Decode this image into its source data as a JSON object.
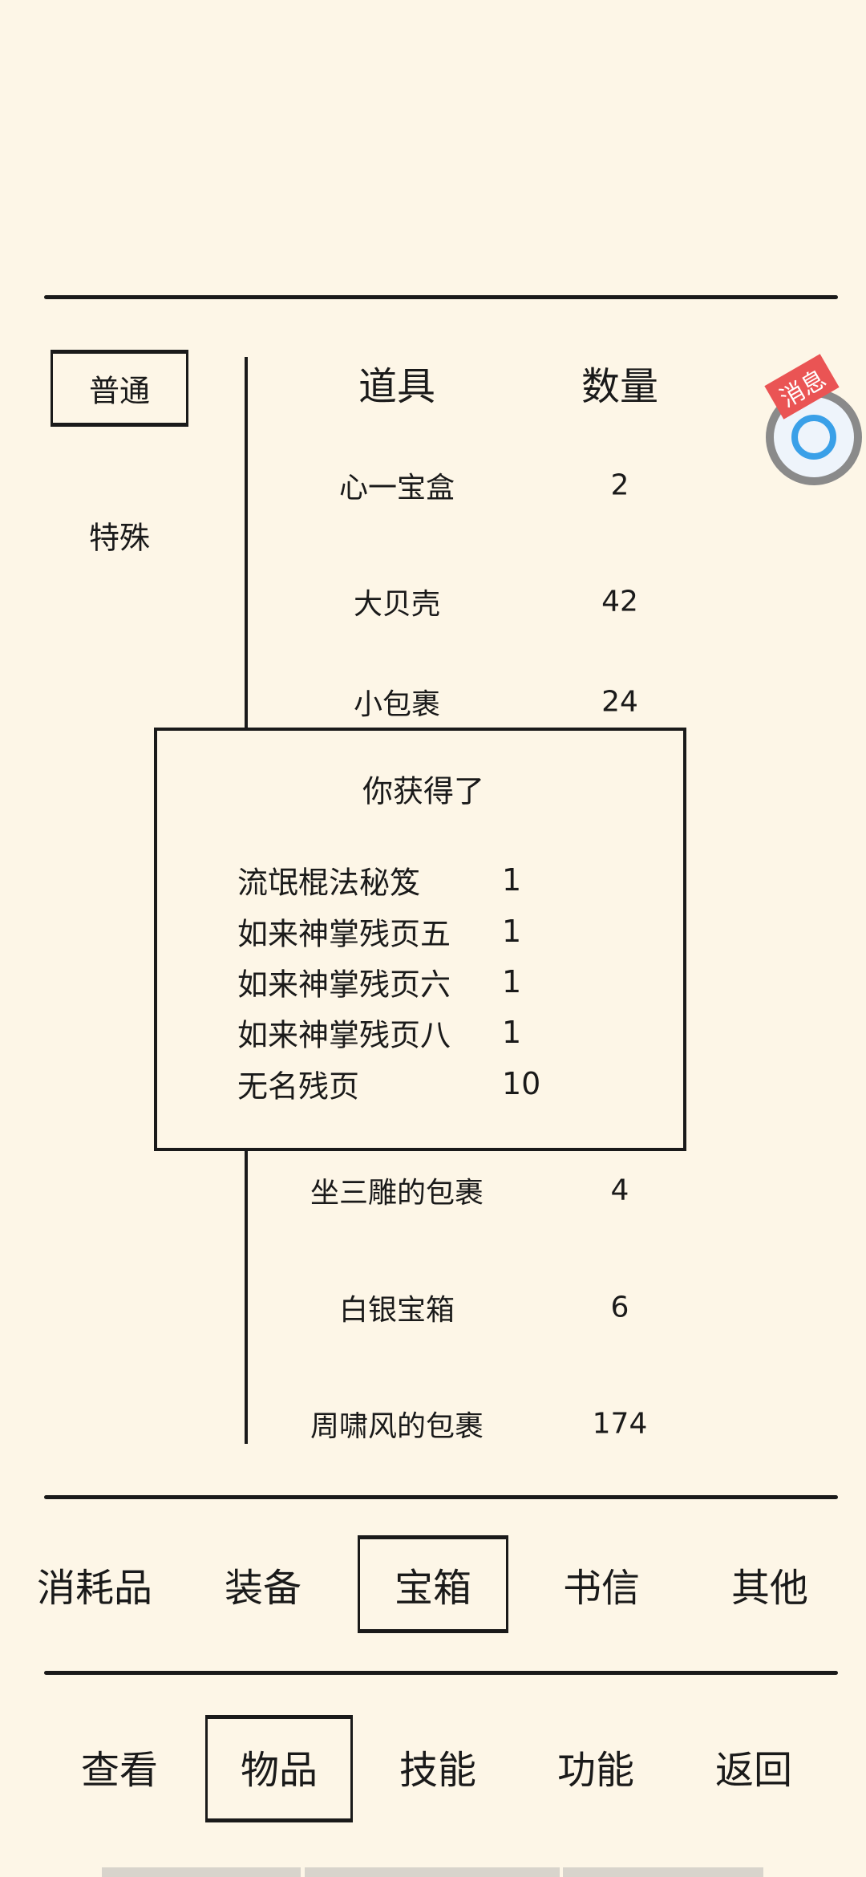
{
  "sub_tabs": [
    {
      "label": "普通",
      "selected": true
    },
    {
      "label": "特殊",
      "selected": false
    }
  ],
  "table": {
    "headers": [
      "道具",
      "数量"
    ],
    "rows": [
      {
        "name": "心一宝盒",
        "qty": "2"
      },
      {
        "name": "大贝壳",
        "qty": "42"
      },
      {
        "name": "小包裹",
        "qty": "24"
      },
      {
        "name": "坐三雕的包裹",
        "qty": "4"
      },
      {
        "name": "白银宝箱",
        "qty": "6"
      },
      {
        "name": "周啸风的包裹",
        "qty": "174"
      }
    ]
  },
  "popup": {
    "title": "你获得了",
    "items": [
      {
        "name": "流氓棍法秘笈",
        "qty": "1"
      },
      {
        "name": "如来神掌残页五",
        "qty": "1"
      },
      {
        "name": "如来神掌残页六",
        "qty": "1"
      },
      {
        "name": "如来神掌残页八",
        "qty": "1"
      },
      {
        "name": "无名残页",
        "qty": "10"
      }
    ]
  },
  "category_tabs": [
    "消耗品",
    "装备",
    "宝箱",
    "书信",
    "其他"
  ],
  "category_selected": "宝箱",
  "nav": [
    "查看",
    "物品",
    "技能",
    "功能",
    "返回"
  ],
  "nav_selected": "物品",
  "widget": {
    "badge": "消息",
    "badge_color": "#ea5454"
  }
}
